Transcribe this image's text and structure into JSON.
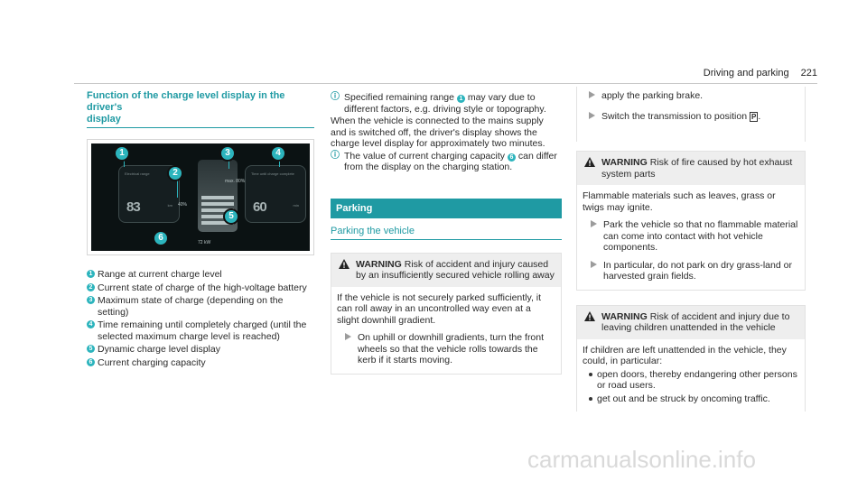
{
  "header": {
    "section": "Driving and parking",
    "page_number": "221"
  },
  "left": {
    "title_line1": "Function of the charge level display in the driver's",
    "title_line2": "display",
    "figure": {
      "panel_left_text": "Electrical range",
      "panel_left_value": "83",
      "panel_left_unit": "km",
      "gauge_pct": "40%",
      "gauge_max": "max. 80%",
      "gauge_kw": "72 kW",
      "panel_right_text": "Time until charge complete",
      "panel_right_value": "60",
      "panel_right_unit": "min",
      "markers": [
        "1",
        "2",
        "3",
        "4",
        "5",
        "6"
      ]
    },
    "legend": [
      {
        "num": "1",
        "text": "Range at current charge level"
      },
      {
        "num": "2",
        "text": "Current state of charge of the high-voltage battery"
      },
      {
        "num": "3",
        "text": "Maximum state of charge (depending on the setting)"
      },
      {
        "num": "4",
        "text": "Time remaining until completely charged (until the selected maximum charge level is reached)"
      },
      {
        "num": "5",
        "text": "Dynamic charge level display"
      },
      {
        "num": "6",
        "text": "Current charging capacity"
      }
    ]
  },
  "middle": {
    "note1_pre": "Specified remaining range ",
    "note1_badge": "1",
    "note1_post": " may vary due to different factors, e.g. driving style or topography.",
    "para": "When the vehicle is connected to the mains supply and is switched off, the driver's display shows the charge level display for approximately two minutes.",
    "note2_pre": "The value of current charging capacity ",
    "note2_badge": "6",
    "note2_post": " can differ from the display on the charging station.",
    "parking_heading": "Parking",
    "parking_sub": "Parking the vehicle",
    "warning": {
      "word": "WARNING",
      "title": "Risk of accident and injury caused by an insufficiently secured vehicle rolling away",
      "body": "If the vehicle is not securely parked sufficiently, it can roll away in an uncontrolled way even at a slight downhill gradient.",
      "step": "On uphill or downhill gradients, turn the front wheels so that the vehicle rolls towards the kerb if it starts moving."
    }
  },
  "right": {
    "step1": "apply the parking brake.",
    "step2_pre": "Switch the transmission to position ",
    "step2_pos": "P",
    "step2_post": ".",
    "warning1": {
      "word": "WARNING",
      "title": "Risk of fire caused by hot exhaust system parts",
      "body": "Flammable materials such as leaves, grass or twigs may ignite.",
      "step1": "Park the vehicle so that no flammable material can come into contact with hot vehicle components.",
      "step2": "In particular, do not park on dry grass-land or harvested grain fields."
    },
    "warning2": {
      "word": "WARNING",
      "title": "Risk of accident and injury due to leaving children unattended in the vehicle",
      "body": "If children are left unattended in the vehicle, they could, in particular:",
      "bullets": [
        "open doors, thereby endangering other persons or road users.",
        "get out and be struck by oncoming traffic."
      ]
    }
  },
  "watermark": "carmanualsonline.info"
}
